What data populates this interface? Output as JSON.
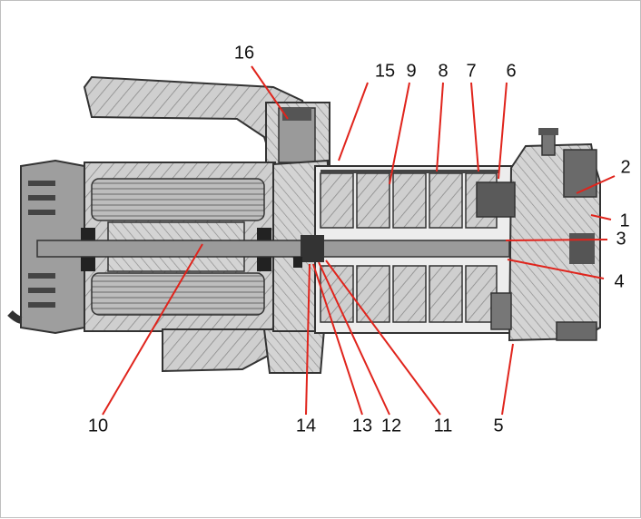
{
  "callouts": [
    {
      "id": "1",
      "label": "1"
    },
    {
      "id": "2",
      "label": "2"
    },
    {
      "id": "3",
      "label": "3"
    },
    {
      "id": "4",
      "label": "4"
    },
    {
      "id": "5",
      "label": "5"
    },
    {
      "id": "6",
      "label": "6"
    },
    {
      "id": "7",
      "label": "7"
    },
    {
      "id": "8",
      "label": "8"
    },
    {
      "id": "9",
      "label": "9"
    },
    {
      "id": "10",
      "label": "10"
    },
    {
      "id": "11",
      "label": "11"
    },
    {
      "id": "12",
      "label": "12"
    },
    {
      "id": "13",
      "label": "13"
    },
    {
      "id": "14",
      "label": "14"
    },
    {
      "id": "15",
      "label": "15"
    },
    {
      "id": "16",
      "label": "16"
    }
  ],
  "colors": {
    "leader": "#e0241c",
    "hatch": "#8a8a8a",
    "body_fill": "#c9c9c9",
    "dark_fill": "#4a4a4a",
    "outline": "#333333"
  }
}
